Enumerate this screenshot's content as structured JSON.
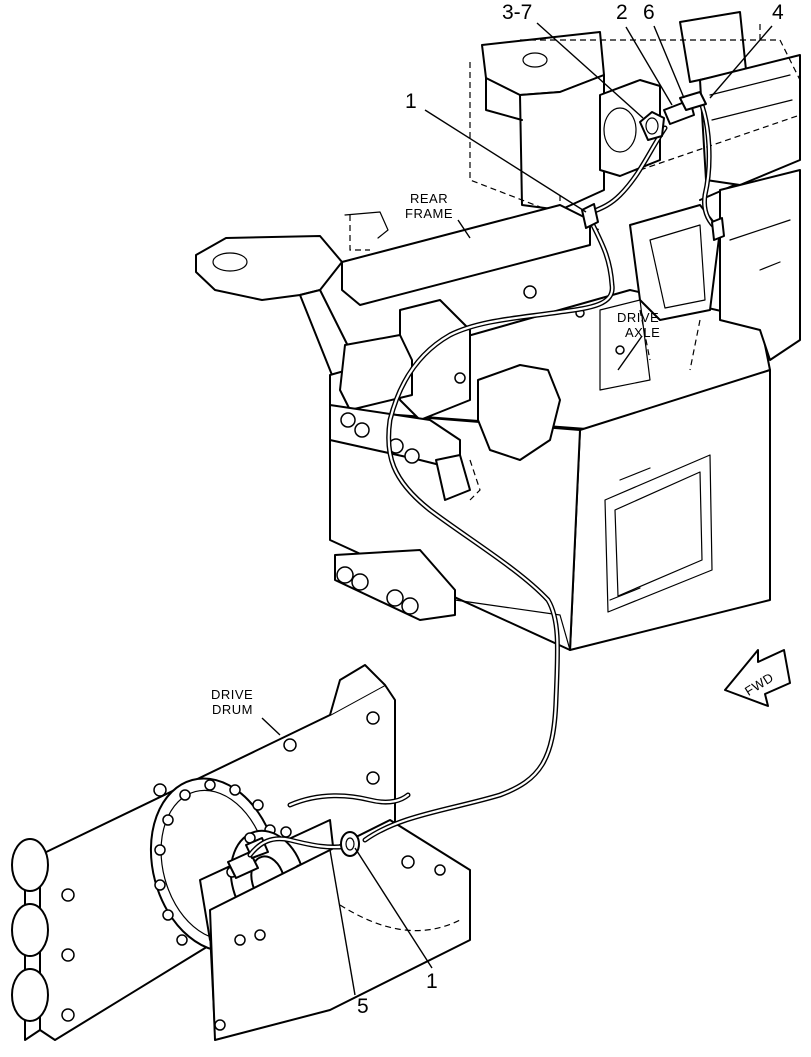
{
  "callouts": {
    "c_3_7": "3-7",
    "c_2": "2",
    "c_6": "6",
    "c_4": "4",
    "c_1_top": "1",
    "c_1_bottom": "1",
    "c_5": "5"
  },
  "labels": {
    "rear_frame_line1": "REAR",
    "rear_frame_line2": "FRAME",
    "drive_axle_line1": "DRIVE",
    "drive_axle_line2": "AXLE",
    "drive_drum_line1": "DRIVE",
    "drive_drum_line2": "DRUM",
    "fwd": "FWD"
  }
}
